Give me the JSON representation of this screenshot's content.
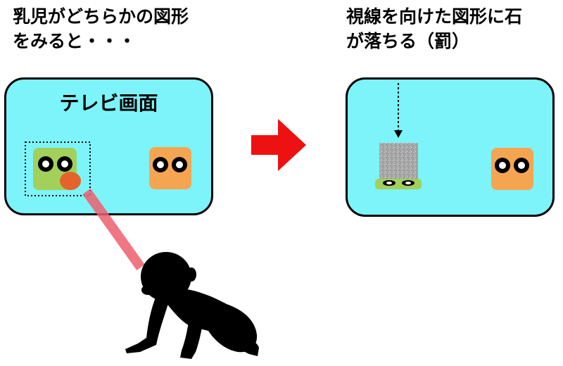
{
  "caption_left": {
    "line1": "乳児がどちらかの図形",
    "line2": "をみると・・・"
  },
  "caption_right": {
    "line1": "視線を向けた図形に石",
    "line2": "が落ちる（罰）"
  },
  "screen_label": "テレビ画面",
  "colors": {
    "screen_fill": "#7cf4fa",
    "green_shape": "#a2d05b",
    "orange_shape": "#f5a552",
    "gaze_dot": "#e4632b",
    "gaze_ray": "#ee5f6f",
    "arrow": "#ee1111",
    "stone": "#aaaaaa",
    "baby": "#000000"
  },
  "icons": {
    "baby": "crawling-baby-silhouette-icon",
    "arrow": "right-arrow-icon",
    "stone": "stone-icon",
    "eyes": "eyes-icon"
  }
}
